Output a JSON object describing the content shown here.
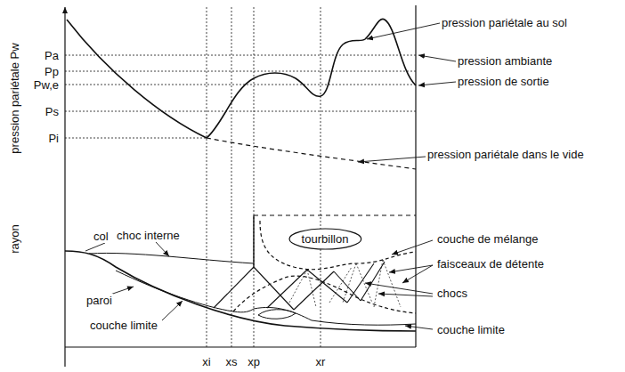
{
  "diagram": {
    "nodes": [
      {
        "text": [
          "tourbillon"
        ]
      }
    ],
    "labels": [
      "pression pariétale Pw",
      "rayon",
      "Pa",
      "Pp",
      "Pw,e",
      "Ps",
      "Pi",
      "pression pariétale au sol",
      "pression ambiante",
      "pression de sortie",
      "pression pariétale dans le vide",
      "col",
      "choc interne",
      "couche de mélange",
      "faisceaux de détente",
      "chocs",
      "paroi",
      "couche limite",
      "couche limite",
      "xi",
      "xs",
      "xp",
      "xr"
    ]
  }
}
